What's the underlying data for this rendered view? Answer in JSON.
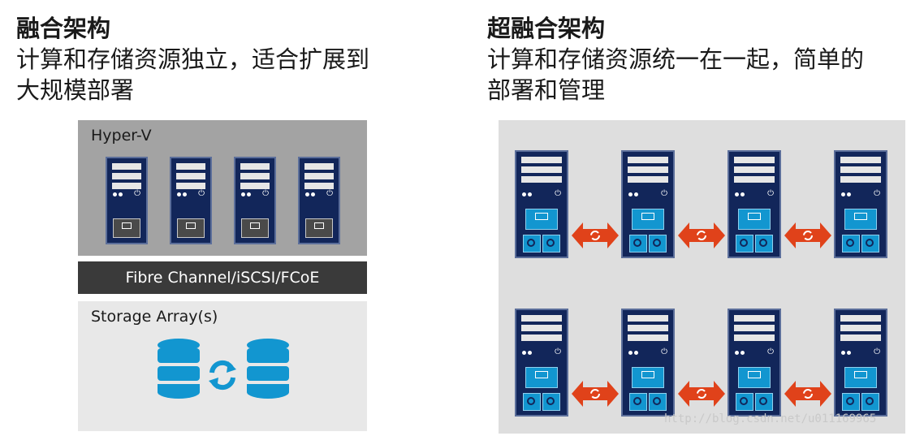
{
  "converged": {
    "title": "融合架构",
    "subtitle": "计算和存储资源独立，适合扩展到\n大规模部署",
    "compute_label": "Hyper-V",
    "fabric_label": "Fibre Channel/iSCSI/FCoE",
    "storage_label": "Storage  Array(s)",
    "servers": [
      {},
      {},
      {},
      {}
    ]
  },
  "hyperconverged": {
    "title": "超融合架构",
    "subtitle": "计算和存储资源统一在一起，简单的\n部署和管理",
    "rows": 2,
    "nodes_per_row": 4
  },
  "colors": {
    "server": "#12265a",
    "arrow": "#e0421a",
    "accent": "#1296d0",
    "fabric": "#3a3a3a"
  },
  "watermark": "http://blog.csdn.net/u011169965"
}
